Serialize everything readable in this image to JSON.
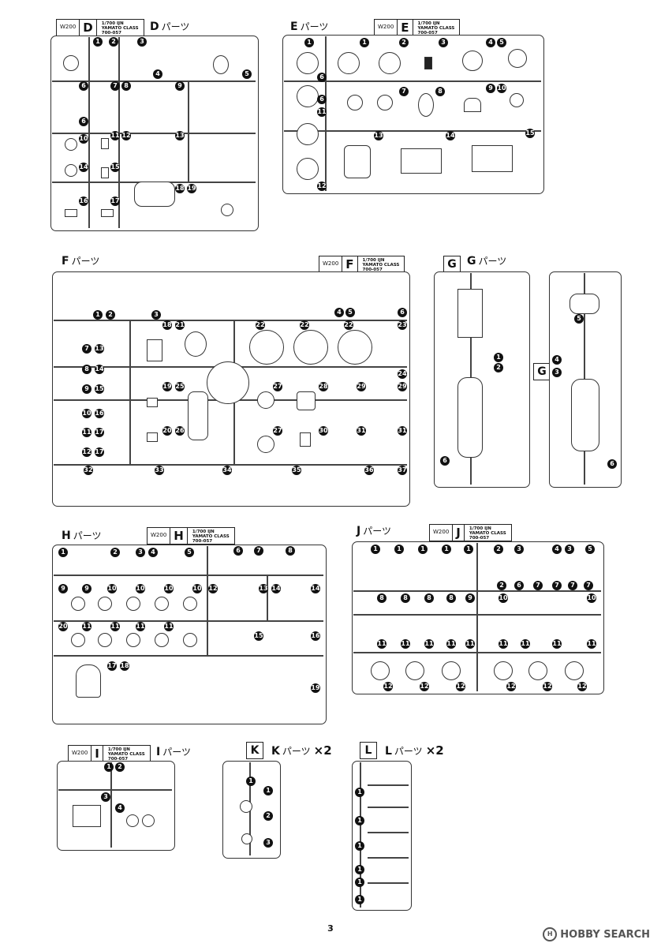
{
  "sections": {
    "D": {
      "label": "D",
      "suffix": "パーツ",
      "tag_w": "W200",
      "tag_l": "D",
      "tag_t1": "1/700 IJN",
      "tag_t2": "YAMATO CLASS",
      "tag_t3": "700-057",
      "nums": [
        "1",
        "2",
        "3",
        "4",
        "5",
        "6",
        "6",
        "7",
        "8",
        "9",
        "10",
        "11",
        "12",
        "13",
        "14",
        "15",
        "16",
        "17",
        "18",
        "19"
      ]
    },
    "E": {
      "label": "E",
      "suffix": "パーツ",
      "tag_w": "W200",
      "tag_l": "E",
      "tag_t1": "1/700 IJN",
      "tag_t2": "YAMATO CLASS",
      "tag_t3": "700-057",
      "nums": [
        "1",
        "1",
        "2",
        "3",
        "4",
        "5",
        "6",
        "6",
        "7",
        "8",
        "9",
        "10",
        "11",
        "12",
        "13",
        "14",
        "15"
      ]
    },
    "F": {
      "label": "F",
      "suffix": "パーツ",
      "tag_w": "W200",
      "tag_l": "F",
      "tag_t1": "1/700 IJN",
      "tag_t2": "YAMATO CLASS",
      "tag_t3": "700-057",
      "nums": [
        "1",
        "2",
        "3",
        "4",
        "5",
        "6",
        "7",
        "13",
        "8",
        "14",
        "9",
        "15",
        "10",
        "16",
        "11",
        "17",
        "12",
        "17",
        "18",
        "21",
        "22",
        "22",
        "22",
        "23",
        "24",
        "19",
        "25",
        "27",
        "28",
        "29",
        "29",
        "20",
        "26",
        "27",
        "30",
        "31",
        "31",
        "32",
        "33",
        "34",
        "35",
        "36",
        "37"
      ]
    },
    "G": {
      "label": "G",
      "suffix": "パーツ",
      "box": "G",
      "box2": "G",
      "nums": [
        "1",
        "2",
        "6",
        "5",
        "4",
        "3",
        "6"
      ]
    },
    "H": {
      "label": "H",
      "suffix": "パーツ",
      "tag_w": "W200",
      "tag_l": "H",
      "tag_t1": "1/700 IJN",
      "tag_t2": "YAMATO CLASS",
      "tag_t3": "700-057",
      "nums": [
        "1",
        "2",
        "3",
        "4",
        "5",
        "6",
        "7",
        "8",
        "9",
        "9",
        "10",
        "10",
        "10",
        "10",
        "12",
        "13",
        "14",
        "14",
        "20",
        "11",
        "11",
        "11",
        "11",
        "15",
        "16",
        "17",
        "18",
        "19"
      ]
    },
    "J": {
      "label": "J",
      "suffix": "パーツ",
      "tag_w": "W200",
      "tag_l": "J",
      "tag_t1": "1/700 IJN",
      "tag_t2": "YAMATO CLASS",
      "tag_t3": "700-057",
      "nums": [
        "1",
        "1",
        "1",
        "1",
        "1",
        "2",
        "3",
        "4",
        "3",
        "5",
        "8",
        "8",
        "8",
        "8",
        "9",
        "2",
        "6",
        "7",
        "7",
        "7",
        "7",
        "10",
        "10",
        "11",
        "11",
        "11",
        "11",
        "11",
        "11",
        "11",
        "11",
        "11",
        "12",
        "12",
        "12",
        "12",
        "12",
        "12"
      ]
    },
    "I": {
      "label": "I",
      "suffix": "パーツ",
      "tag_w": "W200",
      "tag_l": "I",
      "tag_t1": "1/700 IJN",
      "tag_t2": "YAMATO CLASS",
      "tag_t3": "700-057",
      "nums": [
        "1",
        "2",
        "3",
        "4"
      ]
    },
    "K": {
      "label": "K",
      "suffix": "パーツ",
      "mult": "×2",
      "box": "K",
      "nums": [
        "1",
        "1",
        "2",
        "3"
      ]
    },
    "L": {
      "label": "L",
      "suffix": "パーツ",
      "mult": "×2",
      "box": "L",
      "nums": [
        "1",
        "1",
        "1",
        "1",
        "1",
        "1"
      ]
    }
  },
  "page_number": "3",
  "logo_text": "HOBBY SEARCH"
}
